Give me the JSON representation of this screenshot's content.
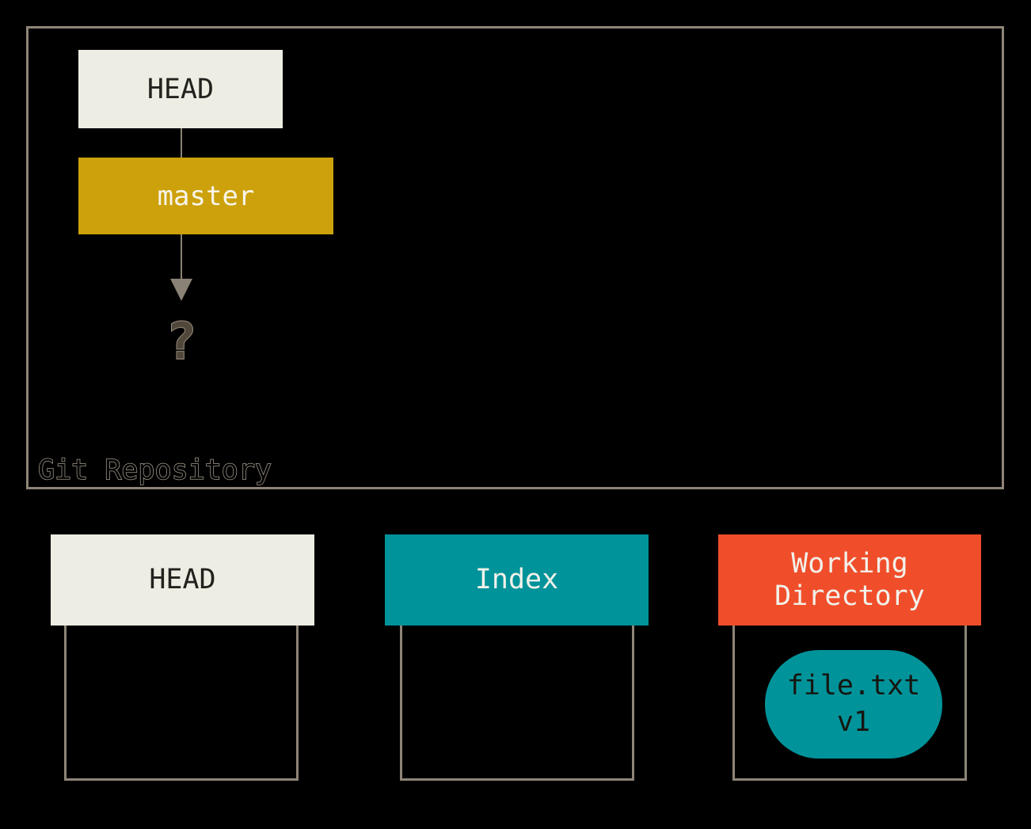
{
  "diagram": {
    "background": "#000000",
    "border_color": "#8e8578",
    "connector_color": "#8a8276"
  },
  "repository": {
    "label": "Git Repository",
    "head_ref": {
      "label": "HEAD",
      "bg": "#eeede3"
    },
    "master_branch": {
      "label": "master",
      "bg": "#cda10b"
    },
    "unknown_commit": {
      "label": "?"
    }
  },
  "areas": {
    "head": {
      "label": "HEAD",
      "bg": "#eeede3"
    },
    "index": {
      "label": "Index",
      "bg": "#00939a"
    },
    "working_directory": {
      "label": "Working Directory",
      "bg": "#f04e2b"
    }
  },
  "files": {
    "working_file": {
      "name": "file.txt",
      "version": "v1",
      "bg": "#00939a"
    }
  }
}
